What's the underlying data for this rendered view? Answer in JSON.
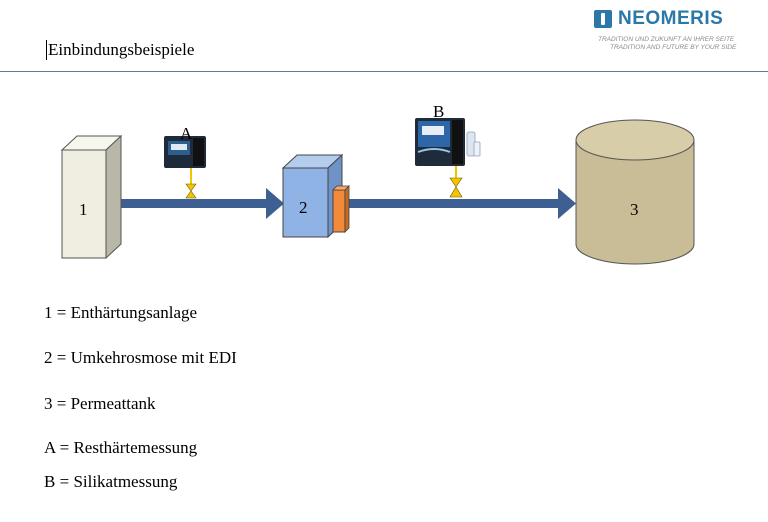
{
  "header": {
    "title": "Einbindungsbeispiele",
    "logo": {
      "brand": "NEOMERIS",
      "tagline_1": "TRADITION UND ZUKUNFT AN IHRER SEITE",
      "tagline_2": "TRADITION AND FUTURE BY YOUR SIDE",
      "color": "#2b78a8"
    }
  },
  "diagram": {
    "nodes": [
      {
        "id": "1",
        "label": "1"
      },
      {
        "id": "2",
        "label": "2"
      },
      {
        "id": "3",
        "label": "3"
      }
    ],
    "instruments": [
      {
        "id": "A",
        "label": "A"
      },
      {
        "id": "B",
        "label": "B"
      }
    ],
    "colors": {
      "pipe": "#3d5f91",
      "softener": "#efeee0",
      "ro_unit": "#8fb3e4",
      "edi_module": "#f28a3a",
      "tank": "#c9bd97",
      "valve": "#f5c400"
    }
  },
  "legend": [
    {
      "key": "1",
      "sep": "=",
      "text": "Enthärtungsanlage"
    },
    {
      "key": "2",
      "sep": "=",
      "text": "Umkehrosmose mit EDI"
    },
    {
      "key": "3",
      "sep": "=",
      "text": "Permeattank"
    },
    {
      "key": "A",
      "sep": "=",
      "text": "Resthärtemessung"
    },
    {
      "key": "B",
      "sep": "=",
      "text": "Silikatmessung"
    }
  ]
}
